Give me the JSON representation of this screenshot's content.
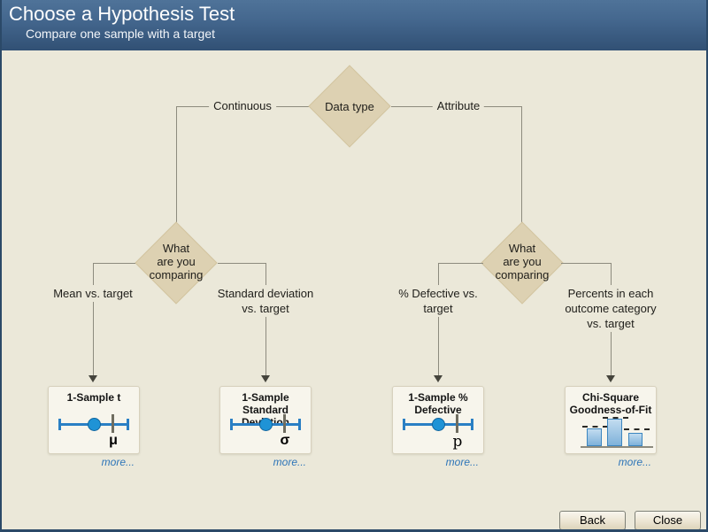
{
  "header": {
    "title": "Choose a Hypothesis Test",
    "subtitle": "Compare one sample with a target"
  },
  "tree": {
    "root_label": "Data type",
    "left_branch_label": "Continuous",
    "right_branch_label": "Attribute",
    "decisions": {
      "left": {
        "lines": [
          "What",
          "are you",
          "comparing"
        ]
      },
      "right": {
        "lines": [
          "What",
          "are you",
          "comparing"
        ]
      }
    },
    "outcomes": {
      "mean": "Mean vs. target",
      "stdev": "Standard deviation vs. target",
      "defective": "% Defective vs. target",
      "percents": "Percents in each outcome category vs. target"
    }
  },
  "cards": [
    {
      "title": "1-Sample t",
      "symbol": "μ",
      "icon": "interval-plot",
      "more_label": "more..."
    },
    {
      "title": "1-Sample Standard Deviation",
      "symbol": "σ",
      "icon": "interval-plot",
      "more_label": "more..."
    },
    {
      "title": "1-Sample % Defective",
      "symbol": "p",
      "icon": "interval-plot",
      "more_label": "more..."
    },
    {
      "title": "Chi-Square Goodness-of-Fit",
      "icon": "chi-square-bars",
      "more_label": "more..."
    }
  ],
  "footer": {
    "back_label": "Back",
    "close_label": "Close"
  },
  "colors": {
    "header_gradient_top": "#4f7399",
    "header_gradient_bottom": "#315074",
    "window_border": "#2b4968",
    "background": "#ebe8d9",
    "diamond_fill": "#ddd1b2",
    "connector_line": "#8d8b7e",
    "card_background": "#f7f5ec",
    "icon_blue": "#2a7fc4",
    "link_blue": "#2c74b8"
  }
}
